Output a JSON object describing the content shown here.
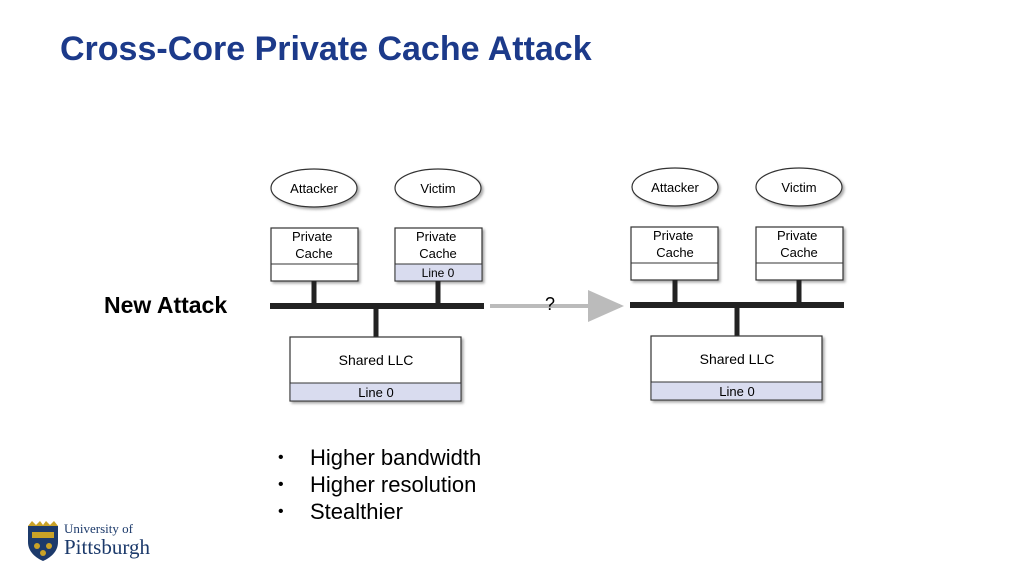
{
  "slide": {
    "title": "Cross-Core Private Cache Attack",
    "left_label": "New Attack"
  },
  "diagram": {
    "left": {
      "attacker": "Attacker",
      "victim": "Victim",
      "attacker_cache": "Private Cache",
      "victim_cache": "Private Cache",
      "victim_cache_line": "Line 0",
      "llc": "Shared LLC",
      "llc_line": "Line 0"
    },
    "transition": "?",
    "right": {
      "attacker": "Attacker",
      "victim": "Victim",
      "attacker_cache": "Private Cache",
      "victim_cache": "Private Cache",
      "llc": "Shared LLC",
      "llc_line": "Line 0"
    }
  },
  "bullets": [
    "Higher bandwidth",
    "Higher resolution",
    "Stealthier"
  ],
  "logo": {
    "line1": "University of",
    "line2": "Pittsburgh"
  },
  "colors": {
    "title": "#1c3a8a",
    "line_fill": "#d9dcef",
    "bus": "#222222",
    "arrow": "#bbbbbb"
  }
}
